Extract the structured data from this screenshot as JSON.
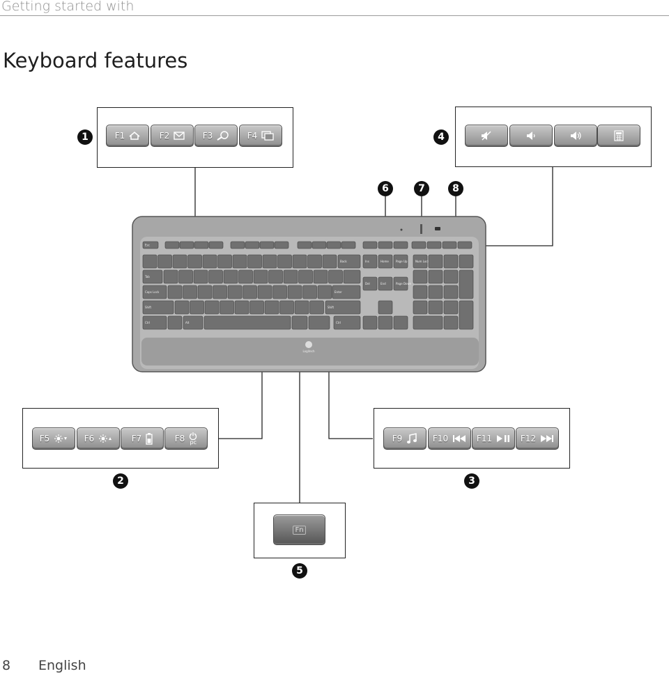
{
  "header": {
    "section": "Getting started with",
    "title": "Keyboard features"
  },
  "callouts": {
    "c1": {
      "number": "1",
      "keys": [
        {
          "label": "F1",
          "icon": "home-icon"
        },
        {
          "label": "F2",
          "icon": "mail-icon"
        },
        {
          "label": "F3",
          "icon": "search-icon"
        },
        {
          "label": "F4",
          "icon": "windows-icon"
        }
      ]
    },
    "c4": {
      "number": "4",
      "keys": [
        {
          "label": "",
          "icon": "mute-icon"
        },
        {
          "label": "",
          "icon": "volume-down-icon"
        },
        {
          "label": "",
          "icon": "volume-up-icon"
        },
        {
          "label": "",
          "icon": "calculator-icon"
        }
      ]
    },
    "c2": {
      "number": "2",
      "keys": [
        {
          "label": "F5",
          "icon": "backlight-down-icon"
        },
        {
          "label": "F6",
          "icon": "backlight-up-icon"
        },
        {
          "label": "F7",
          "icon": "battery-icon"
        },
        {
          "label": "F8",
          "icon": "pc-sleep-icon",
          "sub": "pc"
        }
      ]
    },
    "c3": {
      "number": "3",
      "keys": [
        {
          "label": "F9",
          "icon": "music-icon"
        },
        {
          "label": "F10",
          "icon": "previous-track-icon"
        },
        {
          "label": "F11",
          "icon": "play-pause-icon"
        },
        {
          "label": "F12",
          "icon": "next-track-icon"
        }
      ]
    },
    "c5": {
      "number": "5",
      "key": {
        "label": "Fn"
      }
    },
    "c6": {
      "number": "6"
    },
    "c7": {
      "number": "7"
    },
    "c8": {
      "number": "8"
    }
  },
  "keyboard": {
    "brand": "Logitech",
    "keys": {
      "esc": "Esc",
      "tab": "Tab",
      "caps": "Caps Lock",
      "shift": "Shift",
      "ctrl": "Ctrl",
      "alt": "Alt",
      "enter": "Enter",
      "back": "Back",
      "ins": "Ins",
      "home": "Home",
      "pgup": "Page Up",
      "del": "Del",
      "end": "End",
      "pgdn": "Page Down",
      "num": "Num Lock"
    }
  },
  "footer": {
    "page": "8",
    "language": "English"
  }
}
